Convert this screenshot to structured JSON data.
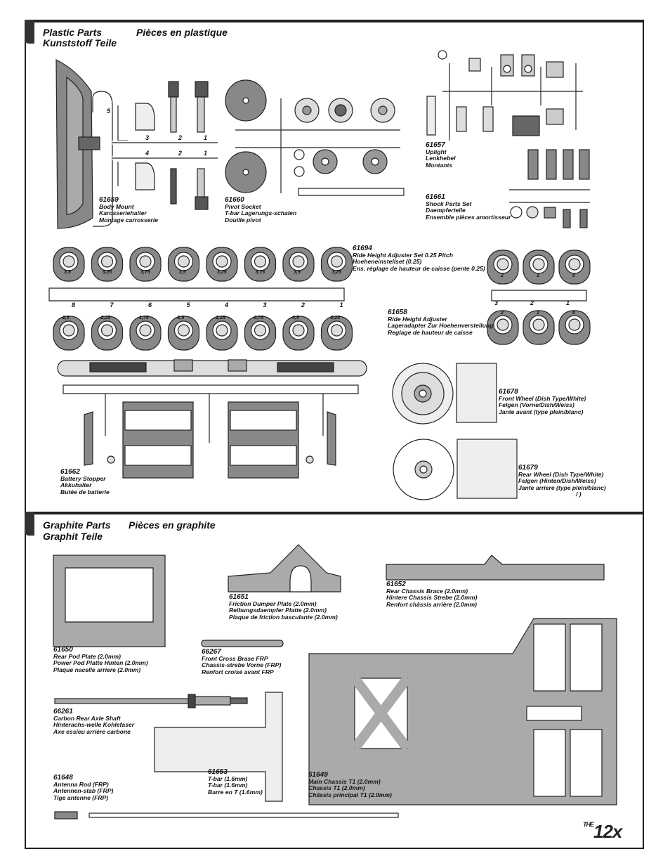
{
  "sections": {
    "plastic": {
      "title_a": "Plastic Parts",
      "title_b": "Pièces en plastique",
      "title_c": "Kunststoff Teile"
    },
    "graphite": {
      "title_a": "Graphite Parts",
      "title_b": "Pièces en graphite",
      "title_c": "Graphit Teile"
    }
  },
  "parts": {
    "p61659": {
      "num": "61659",
      "l1": "Body Mount",
      "l2": "Karosseriehalter",
      "l3": "Montage carrosserie"
    },
    "p61660": {
      "num": "61660",
      "l1": "Pivot Socket",
      "l2": "T-bar Lagerungs-schalen",
      "l3": "Douille pivot"
    },
    "p61657": {
      "num": "61657",
      "l1": "Uplight",
      "l2": "Lenkhebel",
      "l3": "Montants"
    },
    "p61661": {
      "num": "61661",
      "l1": "Shock Parts Set",
      "l2": "Daempferteile",
      "l3": "Ensemble pièces amortisseur"
    },
    "p61694": {
      "num": "61694",
      "l1": "Ride Height Adjuster Set 0.25 Pitch",
      "l2": "Hoeheneinstellset (0.25)",
      "l3": "Ens. réglage de hauteur de caisse (pente 0.25)"
    },
    "p61658": {
      "num": "61658",
      "l1": "Ride Height Adjuster",
      "l2": "Lageradapter Zur Hoehenverstellung",
      "l3": "Reglage de hauteur de caisse"
    },
    "p61678": {
      "num": "61678",
      "l1": "Front Wheel (Dish Type/White)",
      "l2": "Felgen (Vorne/Dish/Weiss)",
      "l3": "Jante avant (type plein/blanc)"
    },
    "p61679": {
      "num": "61679",
      "l1": "Rear Wheel (Dish Type/White)",
      "l2": "Felgen (Hinten/Dish/Weiss)",
      "l3": "Jante arriere (type plein/blanc)",
      "l4": "/      )"
    },
    "p61662": {
      "num": "61662",
      "l1": "Battery Stopper",
      "l2": "Akkuhalter",
      "l3": "Butée de batterie"
    },
    "p61651": {
      "num": "61651",
      "l1": "Friction Dumper Plate (2.0mm)",
      "l2": "Reibungsdaempfer Platte (2.0mm)",
      "l3": "Plaque de friction basculante (2.0mm)"
    },
    "p61652": {
      "num": "61652",
      "l1": "Rear Chassis Brace (2.0mm)",
      "l2": "Hintere Chassis Strebe (2.0mm)",
      "l3": "Renfort châssis arrière (2.0mm)"
    },
    "p61650": {
      "num": "61650",
      "l1": "Rear Pod Plate (2.0mm)",
      "l2": "Power Pod Platte Hinten (2.0mm)",
      "l3": "Plaque nacelle arriere (2.0mm)"
    },
    "p66267": {
      "num": "66267",
      "l1": "Front Cross Brase FRP",
      "l2": "Chassis-strebe Vorne (FRP)",
      "l3": "Renfort croisé avant FRP"
    },
    "p66261": {
      "num": "66261",
      "l1": "Carbon Rear Axle Shaft",
      "l2": "Hinterachs-welle Kohlefaser",
      "l3": "Axe essieu arrière carbone"
    },
    "p61653": {
      "num": "61653",
      "l1": "T-bar (1.6mm)",
      "l2": "T-bar (1.6mm)",
      "l3": "Barre en T (1.6mm)"
    },
    "p61648": {
      "num": "61648",
      "l1": "Antenna Rod (FRP)",
      "l2": "Antennen-stab (FRP)",
      "l3": "Tige antenne (FRP)"
    },
    "p61649": {
      "num": "61649",
      "l1": "Main Chassis T1 (2.0mm)",
      "l2": "Chassis T1 (2.0mm)",
      "l3": "Châssis principal T1 (2.0mm)"
    }
  },
  "adjuster_top_labels": [
    "3,5",
    "3,25",
    "3,75",
    "3,5",
    "3,25",
    "3,75",
    "3,5",
    "3,25"
  ],
  "adjuster_bottom_labels": [
    "2,5",
    "2,25",
    "1,75",
    "1,5",
    "1,25",
    "0,75",
    "0,5",
    "0,25"
  ],
  "adjuster_runner_numbers": [
    "8",
    "7",
    "6",
    "5",
    "4",
    "3",
    "2",
    "1"
  ],
  "rh_top_labels": [
    "2",
    "1",
    "0"
  ],
  "rh_bottom_labels": [
    "2",
    "1",
    "0"
  ],
  "rh_runner_numbers": [
    "3",
    "2",
    "1"
  ],
  "logo": {
    "text": "12x",
    "mark": "THE"
  }
}
